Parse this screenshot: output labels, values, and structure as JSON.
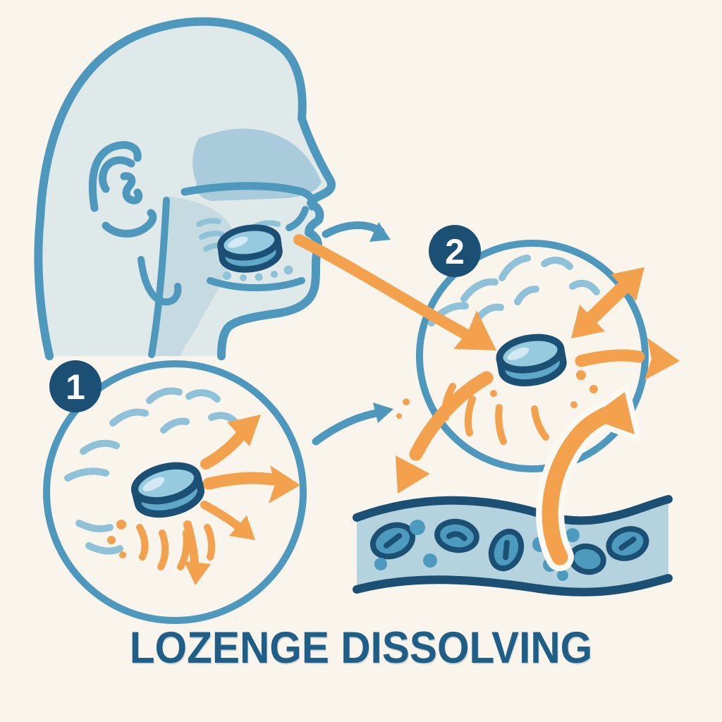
{
  "title": "LOZENGE DISSOLVING",
  "steps": [
    {
      "number": "1"
    },
    {
      "number": "2"
    }
  ],
  "icons": {
    "head_profile": "human-head-sagittal-profile",
    "lozenge": "lozenge-tablet-icon",
    "dissolve_burst": "radiating-dissolve-lines",
    "blood_vessel": "blood-vessel-with-cells",
    "flow_arrows": "orange-dispersion-arrows"
  },
  "colors": {
    "background": "#FAF5EC",
    "outline_blue": "#4E98BD",
    "light_blue": "#8FC2D8",
    "head_fill": "#DFE9E9",
    "shade_blue": "#A9CBDC",
    "throat_fill": "#C6DAE2",
    "orange": "#F4A14E",
    "navy": "#1B4F74",
    "lozenge_fill": "#5FA8C9",
    "lozenge_top": "#96CADF",
    "lozenge_highlight": "#D3EAF4",
    "vessel_fill": "#B5D3DF",
    "cell_fill": "#4E9ABF",
    "title_color": "#1E5E87"
  }
}
